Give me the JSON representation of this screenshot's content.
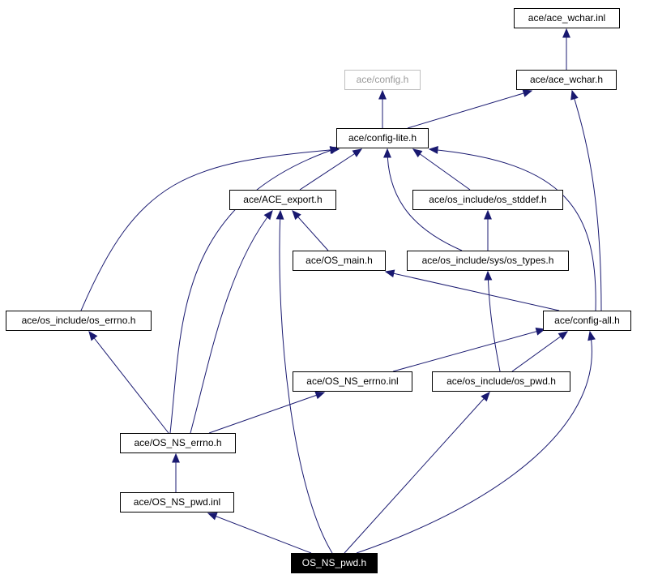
{
  "graph": {
    "edge_color": "#191970",
    "nodes": [
      {
        "id": "ace_wchar_inl",
        "label": "ace/ace_wchar.inl",
        "style": "normal"
      },
      {
        "id": "config_h",
        "label": "ace/config.h",
        "style": "dim"
      },
      {
        "id": "ace_wchar_h",
        "label": "ace/ace_wchar.h",
        "style": "normal"
      },
      {
        "id": "config_lite_h",
        "label": "ace/config-lite.h",
        "style": "normal"
      },
      {
        "id": "ace_export_h",
        "label": "ace/ACE_export.h",
        "style": "normal"
      },
      {
        "id": "os_stddef_h",
        "label": "ace/os_include/os_stddef.h",
        "style": "normal"
      },
      {
        "id": "os_main_h",
        "label": "ace/OS_main.h",
        "style": "normal"
      },
      {
        "id": "sys_os_types_h",
        "label": "ace/os_include/sys/os_types.h",
        "style": "normal"
      },
      {
        "id": "os_errno_h",
        "label": "ace/os_include/os_errno.h",
        "style": "normal"
      },
      {
        "id": "config_all_h",
        "label": "ace/config-all.h",
        "style": "normal"
      },
      {
        "id": "os_ns_errno_inl",
        "label": "ace/OS_NS_errno.inl",
        "style": "normal"
      },
      {
        "id": "os_pwd_h",
        "label": "ace/os_include/os_pwd.h",
        "style": "normal"
      },
      {
        "id": "os_ns_errno_h",
        "label": "ace/OS_NS_errno.h",
        "style": "normal"
      },
      {
        "id": "os_ns_pwd_inl",
        "label": "ace/OS_NS_pwd.inl",
        "style": "normal"
      },
      {
        "id": "os_ns_pwd_h",
        "label": "OS_NS_pwd.h",
        "style": "focus"
      }
    ],
    "edges": [
      {
        "from": "ace_wchar_h",
        "to": "ace_wchar_inl"
      },
      {
        "from": "config_lite_h",
        "to": "config_h"
      },
      {
        "from": "config_lite_h",
        "to": "ace_wchar_h"
      },
      {
        "from": "ace_export_h",
        "to": "config_lite_h"
      },
      {
        "from": "os_stddef_h",
        "to": "config_lite_h"
      },
      {
        "from": "sys_os_types_h",
        "to": "config_lite_h"
      },
      {
        "from": "sys_os_types_h",
        "to": "os_stddef_h"
      },
      {
        "from": "os_main_h",
        "to": "ace_export_h"
      },
      {
        "from": "os_errno_h",
        "to": "config_lite_h"
      },
      {
        "from": "config_all_h",
        "to": "config_lite_h"
      },
      {
        "from": "config_all_h",
        "to": "ace_wchar_h"
      },
      {
        "from": "config_all_h",
        "to": "os_main_h"
      },
      {
        "from": "os_ns_errno_inl",
        "to": "config_all_h"
      },
      {
        "from": "os_pwd_h",
        "to": "config_all_h"
      },
      {
        "from": "os_pwd_h",
        "to": "sys_os_types_h"
      },
      {
        "from": "os_ns_errno_h",
        "to": "config_lite_h"
      },
      {
        "from": "os_ns_errno_h",
        "to": "ace_export_h"
      },
      {
        "from": "os_ns_errno_h",
        "to": "os_errno_h"
      },
      {
        "from": "os_ns_errno_h",
        "to": "os_ns_errno_inl"
      },
      {
        "from": "os_ns_pwd_inl",
        "to": "os_ns_errno_h"
      },
      {
        "from": "os_ns_pwd_h",
        "to": "os_ns_pwd_inl"
      },
      {
        "from": "os_ns_pwd_h",
        "to": "os_pwd_h"
      },
      {
        "from": "os_ns_pwd_h",
        "to": "config_all_h"
      },
      {
        "from": "os_ns_pwd_h",
        "to": "ace_export_h"
      }
    ]
  }
}
